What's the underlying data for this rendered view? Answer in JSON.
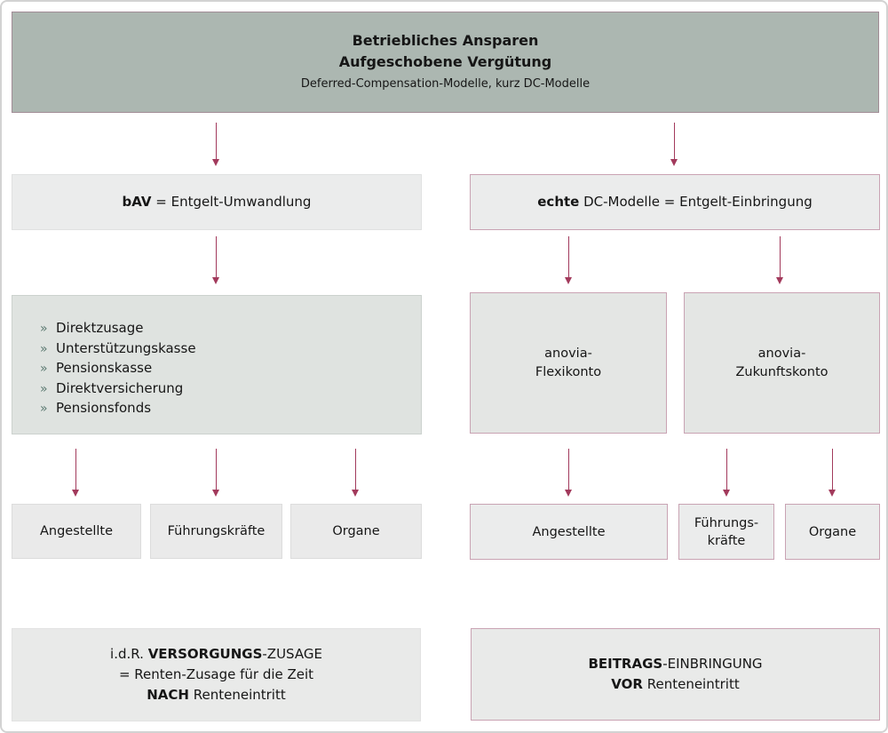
{
  "colors": {
    "arrow": "#a23a5c",
    "pink_border": "#c9a3b3",
    "header_bg": "#acb7b1",
    "header_border": "#a18c96",
    "bullet": "#5c7a72"
  },
  "header": {
    "title_line1": "Betriebliches Ansparen",
    "title_line2": "Aufgeschobene Vergütung",
    "subtitle": "Deferred-Compensation-Modelle, kurz DC-Modelle"
  },
  "left": {
    "definition_bold": "bAV",
    "definition_rest": " = Entgelt-Umwandlung",
    "bullet": "»",
    "vehicles": [
      "Direktzusage",
      "Unterstützungskasse",
      "Pensionskasse",
      "Direktversicherung",
      "Pensionsfonds"
    ],
    "audiences": [
      "Angestellte",
      "Führungskräfte",
      "Organe"
    ],
    "summary_line1_prefix": "i.d.R. ",
    "summary_line1_bold": "VERSORGUNGS",
    "summary_line1_rest": "-ZUSAGE",
    "summary_line2": "= Renten-Zusage für die Zeit",
    "summary_line3_bold": "NACH",
    "summary_line3_rest": " Renteneintritt"
  },
  "right": {
    "definition_bold": "echte",
    "definition_rest": " DC-Modelle = Entgelt-Einbringung",
    "product1_line1": "anovia-",
    "product1_line2": "Flexikonto",
    "product2_line1": "anovia-",
    "product2_line2": "Zukunftskonto",
    "audience1": "Angestellte",
    "audience2_line1": "Führungs-",
    "audience2_line2": "kräfte",
    "audience3": "Organe",
    "summary_line1_bold": "BEITRAGS",
    "summary_line1_rest": "-EINBRINGUNG",
    "summary_line2_bold": "VOR",
    "summary_line2_rest": " Renteneintritt"
  }
}
